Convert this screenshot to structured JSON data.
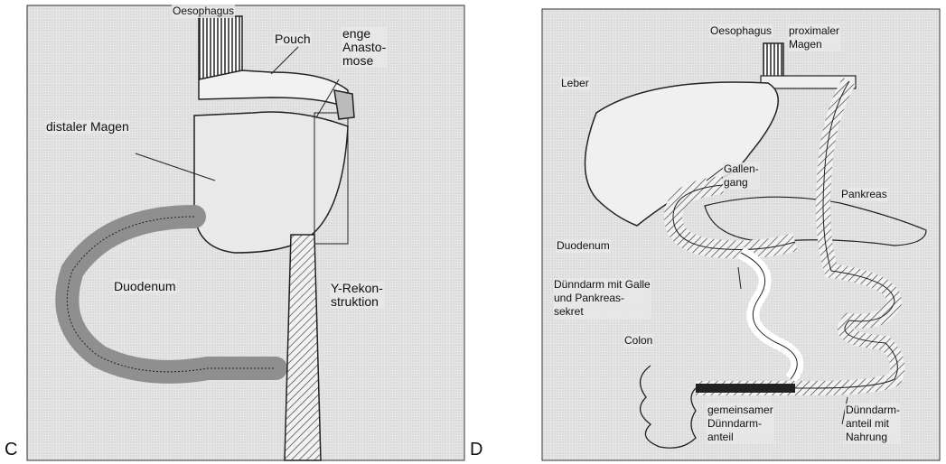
{
  "panel_c": {
    "letter": "C",
    "labels": {
      "oesophagus": "Oesophagus",
      "pouch": "Pouch",
      "anastomose": "enge\nAnasto-\nmose",
      "distaler_magen": "distaler Magen",
      "duodenum": "Duodenum",
      "y_rekonstruktion": "Y-Rekon-\nstruktion"
    }
  },
  "panel_d": {
    "letter": "D",
    "labels": {
      "oesophagus": "Oesophagus",
      "proximaler_magen": "proximaler\nMagen",
      "leber": "Leber",
      "gallengang": "Gallen-\ngang",
      "pankreas": "Pankreas",
      "duodenum": "Duodenum",
      "duenndarm_galle": "Dünndarm mit Galle\nund Pankreas-\nsekret",
      "colon": "Colon",
      "gemeinsamer": "gemeinsamer\nDünndarm-\nanteil",
      "duenndarm_nahrung": "Dünndarm-\nanteil mit\nNahrung"
    }
  }
}
